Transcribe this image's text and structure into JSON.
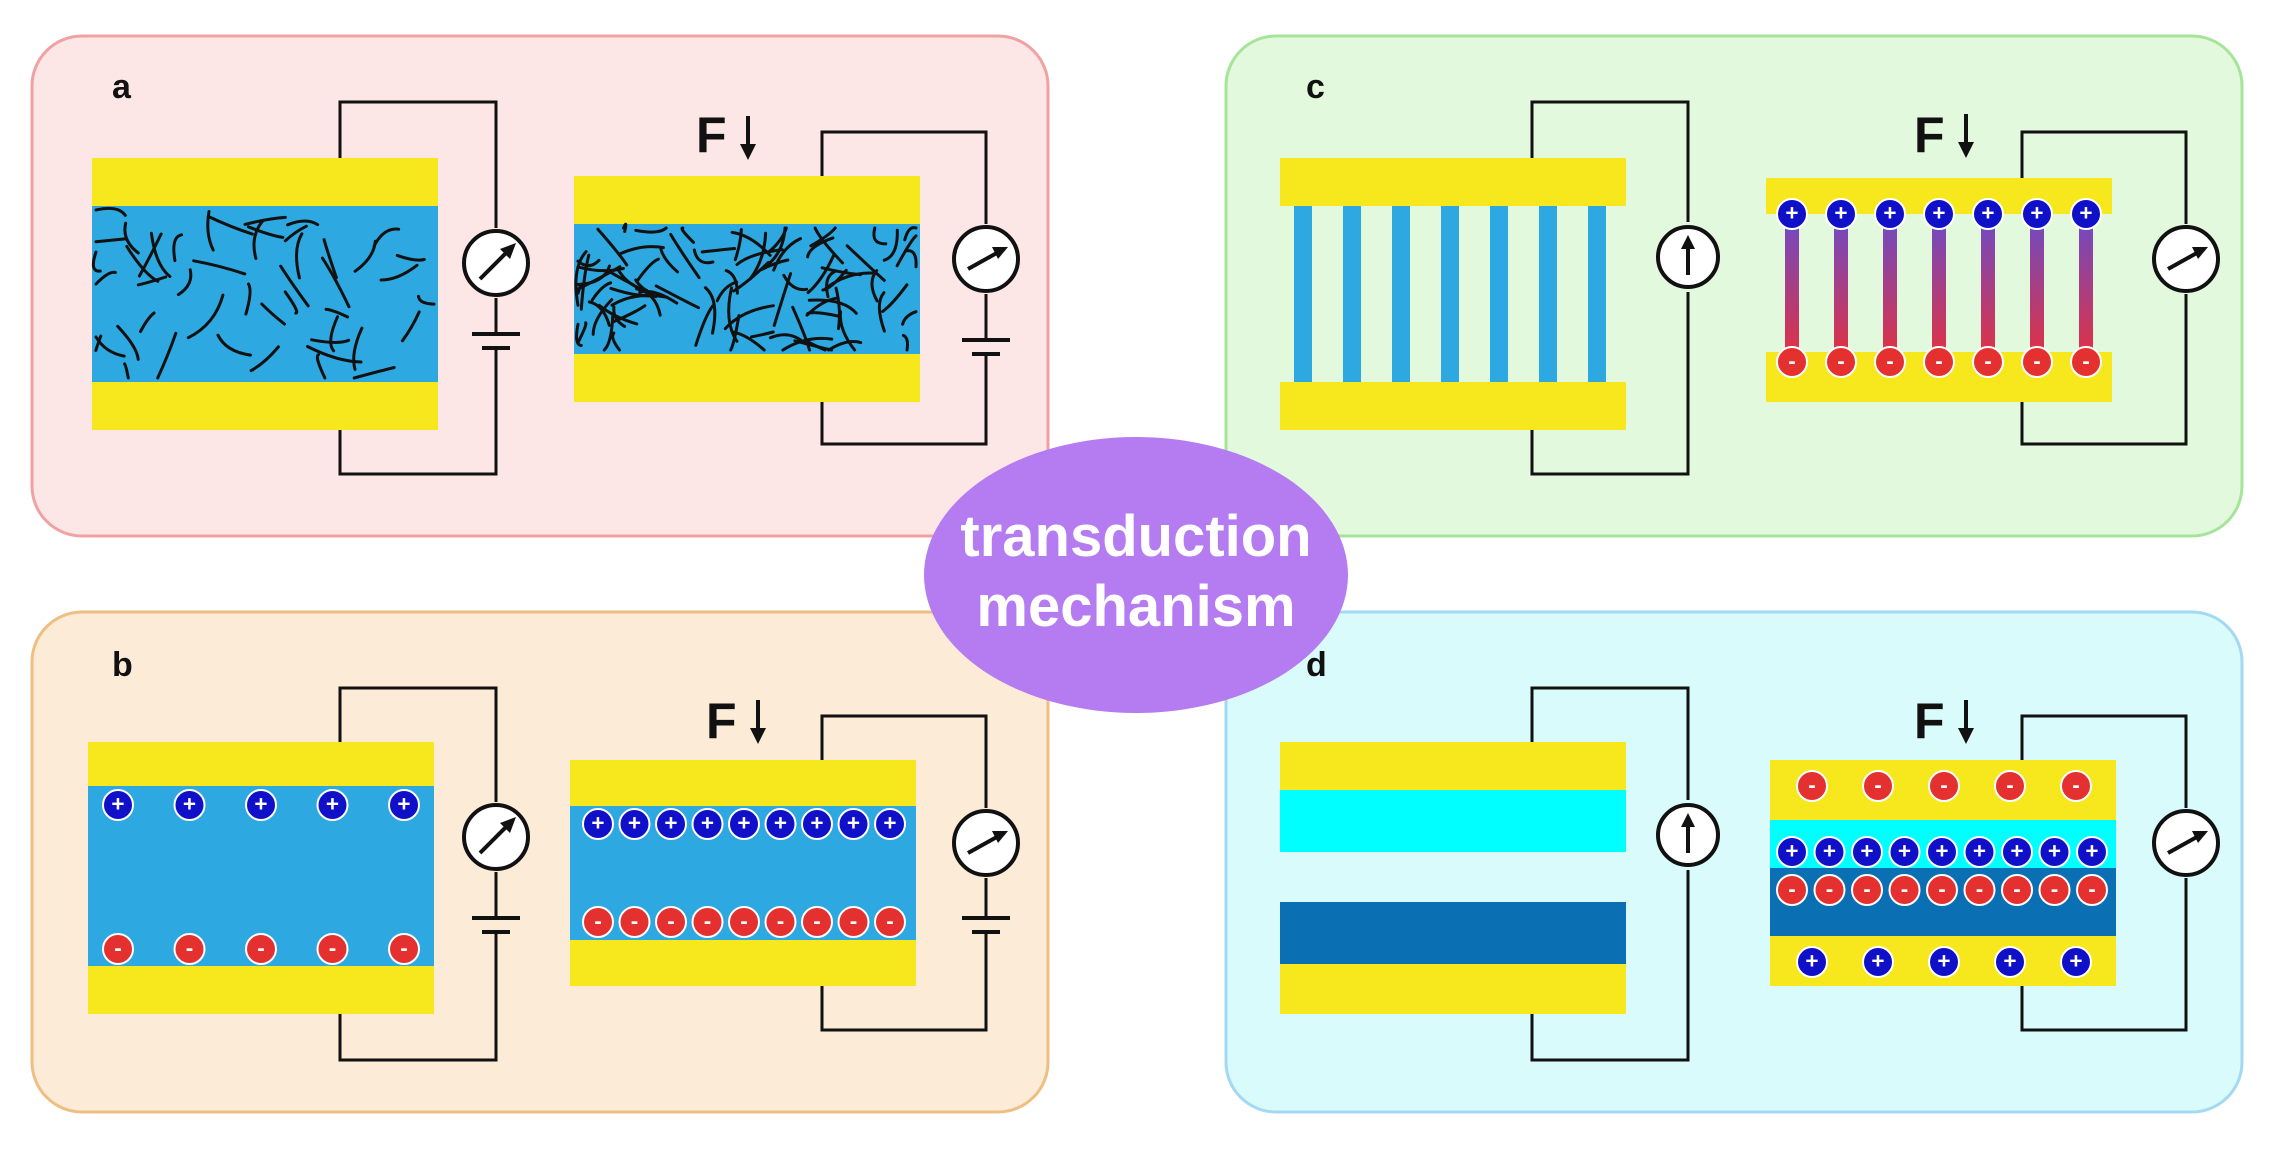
{
  "colors": {
    "electrode": "#F7E71D",
    "dielectric": "#2EA8E0",
    "cyan_layer": "#00FFFF",
    "dark_layer": "#0A6FB3",
    "positive": "#1010C8",
    "negative": "#E53030",
    "wire": "#111111",
    "center_ellipse": "#B57BF0"
  },
  "center": {
    "line1": "transduction",
    "line2": "mechanism"
  },
  "panels": [
    {
      "id": "a",
      "label": "a",
      "force_label": "F",
      "background": "#FDE6E6",
      "border": "#EFA2A2",
      "mechanism": "piezoresistive"
    },
    {
      "id": "b",
      "label": "b",
      "force_label": "F",
      "background": "#FCEBD6",
      "border": "#EFBE82",
      "mechanism": "capacitive"
    },
    {
      "id": "c",
      "label": "c",
      "force_label": "F",
      "background": "#E3F9DD",
      "border": "#A6E49A",
      "mechanism": "piezoelectric"
    },
    {
      "id": "d",
      "label": "d",
      "force_label": "F",
      "background": "#D9FBFB",
      "border": "#A3D9F2",
      "mechanism": "triboelectric"
    }
  ],
  "symbols": {
    "positive": "+",
    "negative": "-"
  },
  "icons": [
    "force-arrow-icon",
    "meter-icon",
    "battery-icon"
  ]
}
